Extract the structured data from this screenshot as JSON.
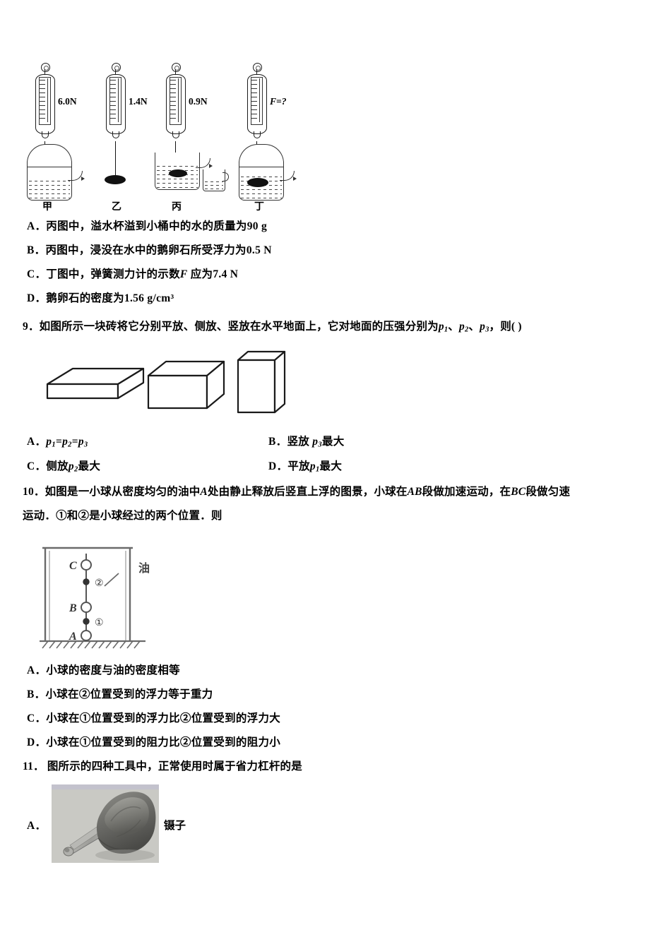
{
  "figure1": {
    "name": "spring-scale-buoyancy-experiment",
    "rigs": [
      {
        "label": "6.0N",
        "caption": "甲",
        "type": "overflow-can-full"
      },
      {
        "label": "1.4N",
        "caption": "乙",
        "type": "stone-hanging"
      },
      {
        "label": "0.9N",
        "caption": "丙",
        "type": "beaker-with-cup"
      },
      {
        "label": "F=?",
        "caption": "丁",
        "type": "overflow-can-stone"
      }
    ]
  },
  "question8": {
    "options": [
      {
        "letter": "A．",
        "text_a": "丙图中，溢水杯溢到小桶中的水的质量为",
        "value": "90 g"
      },
      {
        "letter": "B．",
        "text_a": "丙图中，浸没在水中的鹅卵石所受浮力为",
        "value": "0.5 N"
      },
      {
        "letter": "C．",
        "text_a": "丁图中，弹簧测力计的示数",
        "var": "F",
        "text_b": "应为",
        "value": "7.4 N"
      },
      {
        "letter": "D．",
        "text_a": "鹅卵石的密度为",
        "value": "1.56 g/cm³"
      }
    ]
  },
  "question9": {
    "number": "9．",
    "stem_parts": {
      "a": "如图所示一块砖将它分别平放、侧放、竖放在水平地面上，它对地面的压强分别为",
      "p1": "p",
      "p1sub": "1",
      "sep1": "、",
      "p2": "p",
      "p2sub": "2",
      "sep2": "、",
      "p3": "p",
      "p3sub": "3",
      "b": "，则(  )"
    },
    "figure": {
      "name": "brick-orientations",
      "items": [
        "平放",
        "侧放",
        "竖放"
      ]
    },
    "options": [
      {
        "letter": "A．",
        "expr": "p1=p2=p3"
      },
      {
        "letter": "B．",
        "prefix": "竖放",
        "var": "p",
        "sub": "3",
        "suffix": "最大"
      },
      {
        "letter": "C．",
        "prefix": "侧放",
        "var": "p",
        "sub": "2",
        "suffix": "最大"
      },
      {
        "letter": "D．",
        "prefix": "平放",
        "var": "p",
        "sub": "1",
        "suffix": "最大"
      }
    ]
  },
  "question10": {
    "number": "10．",
    "stem_line1_a": "如图是一小球从密度均匀的油中",
    "stem_line1_A": "A",
    "stem_line1_b": "处由静止释放后竖直上浮的图景，小球在",
    "stem_line1_AB": "AB",
    "stem_line1_c": "段做加速运动，在",
    "stem_line1_BC": "BC",
    "stem_line1_d": "段做匀速",
    "stem_line2": "运动．①和②是小球经过的两个位置．则",
    "figure": {
      "name": "oil-container-rising-ball",
      "oil_label": "油",
      "points": [
        "C",
        "②",
        "B",
        "①",
        "A"
      ]
    },
    "options": [
      {
        "letter": "A．",
        "text": "小球的密度与油的密度相等"
      },
      {
        "letter": "B．",
        "text": "小球在②位置受到的浮力等于重力"
      },
      {
        "letter": "C．",
        "text": "小球在①位置受到的浮力比②位置受到的浮力大"
      },
      {
        "letter": "D．",
        "text": "小球在①位置受到的阻力比②位置受到的阻力小"
      }
    ]
  },
  "question11": {
    "number": "11．",
    "stem": "图所示的四种工具中，正常使用时属于省力杠杆的是",
    "option_a_letter": "A．",
    "option_a_label": "镊子",
    "photo_name": "tweezers-photo"
  }
}
